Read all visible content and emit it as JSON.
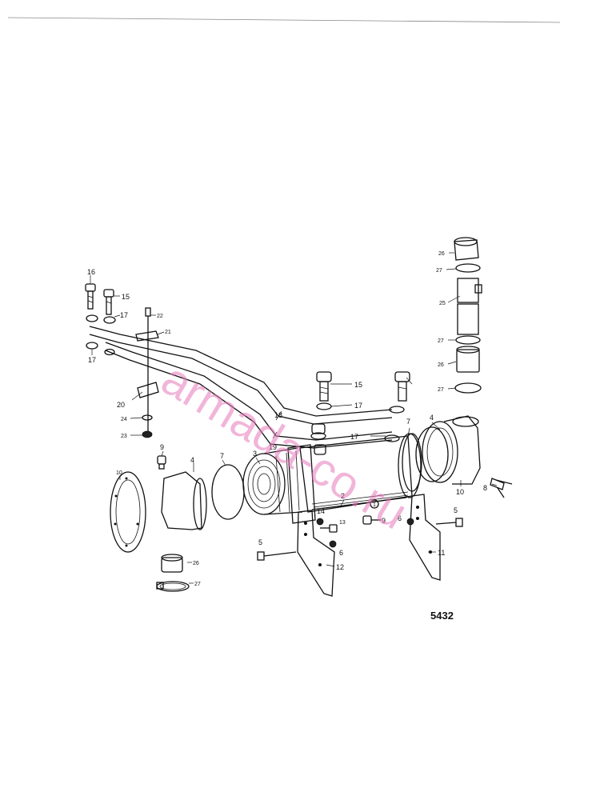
{
  "watermark": {
    "text": "armada-co.ru",
    "color": "#e678b9"
  },
  "figure_number": "5432",
  "part_labels": {
    "p1": "1",
    "p2": "2",
    "p3": "3",
    "p4a": "4",
    "p4b": "4",
    "p5a": "5",
    "p5b": "5",
    "p6a": "6",
    "p6b": "6",
    "p7a": "7",
    "p7b": "7",
    "p8": "8",
    "p9a": "9",
    "p9b": "9",
    "p10a": "10",
    "p10b": "10",
    "p11": "11",
    "p12": "12",
    "p13": "13",
    "p14": "14",
    "p15a": "15",
    "p15b": "15",
    "p16": "16",
    "p17a": "17",
    "p17b": "17",
    "p17c": "17",
    "p17d": "17",
    "p18": "18",
    "p19": "19",
    "p20": "20",
    "p21": "21",
    "p22": "22",
    "p23": "23",
    "p24": "24",
    "p25": "25",
    "p26a": "26",
    "p26b": "26",
    "p26c": "26",
    "p27a": "27",
    "p27b": "27",
    "p27c": "27",
    "p27d": "27"
  }
}
